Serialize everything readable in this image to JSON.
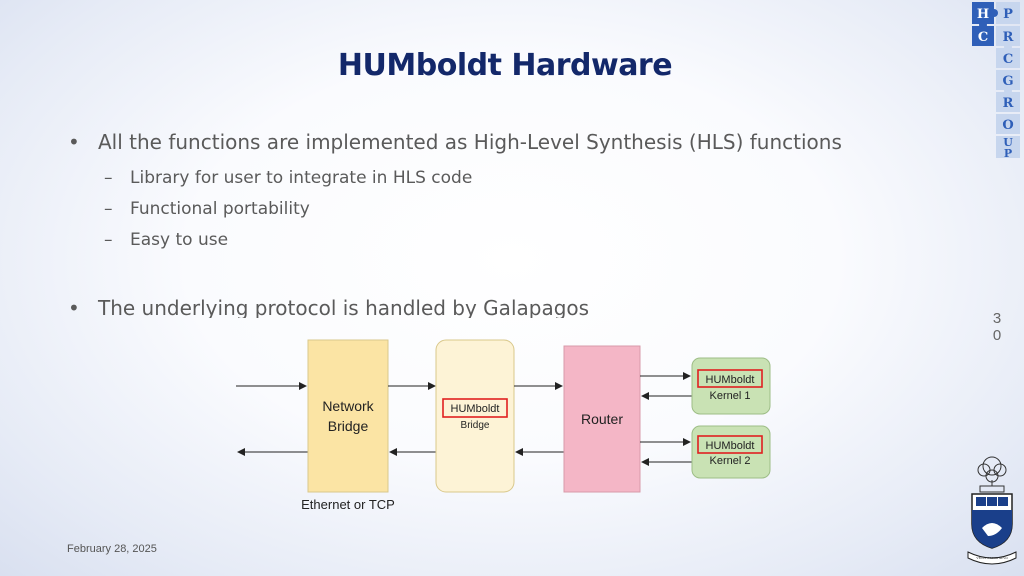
{
  "slide": {
    "title": "HUMboldt Hardware",
    "bullets": [
      {
        "marker": "•",
        "text": "All the functions are implemented as High-Level Synthesis (HLS) functions",
        "subs": [
          "Library for user to integrate in HLS code",
          "Functional portability",
          "Easy to use"
        ]
      },
      {
        "marker": "•",
        "text": "The underlying protocol is handled by Galapagos"
      }
    ],
    "sub_marker": "–",
    "page_number": [
      "3",
      "0"
    ],
    "date": "February 28, 2025"
  },
  "diagram": {
    "network_bridge": [
      "Network",
      "Bridge"
    ],
    "humboldt_bridge": {
      "tag": "HUMboldt",
      "label": "Bridge"
    },
    "router": "Router",
    "kernel1": {
      "tag": "HUMboldt",
      "label": "Kernel 1"
    },
    "kernel2": {
      "tag": "HUMboldt",
      "label": "Kernel 2"
    },
    "caption": "Ethernet or TCP",
    "colors": {
      "network_bridge": "#fbe4a4",
      "humboldt_bridge": "#fdf3d6",
      "router": "#f4b6c6",
      "kernel": "#c9e2b4",
      "highlight": "#e02020"
    }
  },
  "logos": {
    "puzzle_letters": [
      "H",
      "P",
      "C",
      "R",
      "C",
      "G",
      "R",
      "O",
      "U",
      "P"
    ],
    "crest_motto": "VELUT ARBOR AEVO"
  }
}
